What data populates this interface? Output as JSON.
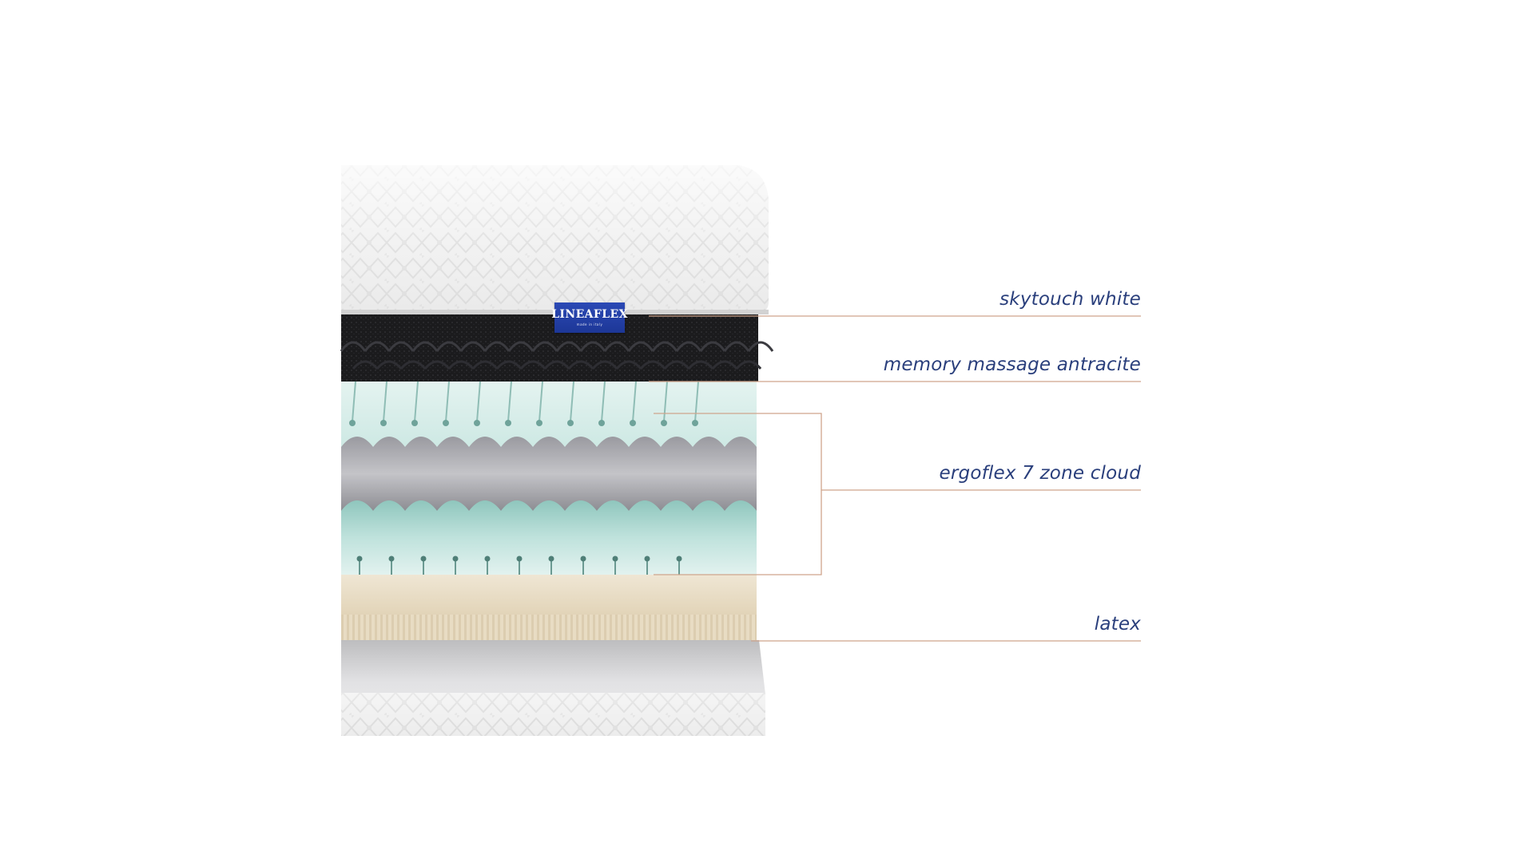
{
  "image": {
    "subject": "mattress cross-section",
    "background_color": "#ffffff"
  },
  "brand": {
    "logo_text": "LINEAFLEX",
    "logo_tagline": "made in italy"
  },
  "layers": [
    {
      "label": "skytouch white",
      "color": "#ececec"
    },
    {
      "label": "memory massage antracite",
      "color": "#1a1a1a"
    },
    {
      "label": "ergoflex 7 zone cloud",
      "color": "#bfe2dc"
    },
    {
      "label": "latex",
      "color": "#ece1cc"
    }
  ],
  "styles": {
    "label_color": "#2a3f7c",
    "leader_line_color": "#cfa58c"
  }
}
